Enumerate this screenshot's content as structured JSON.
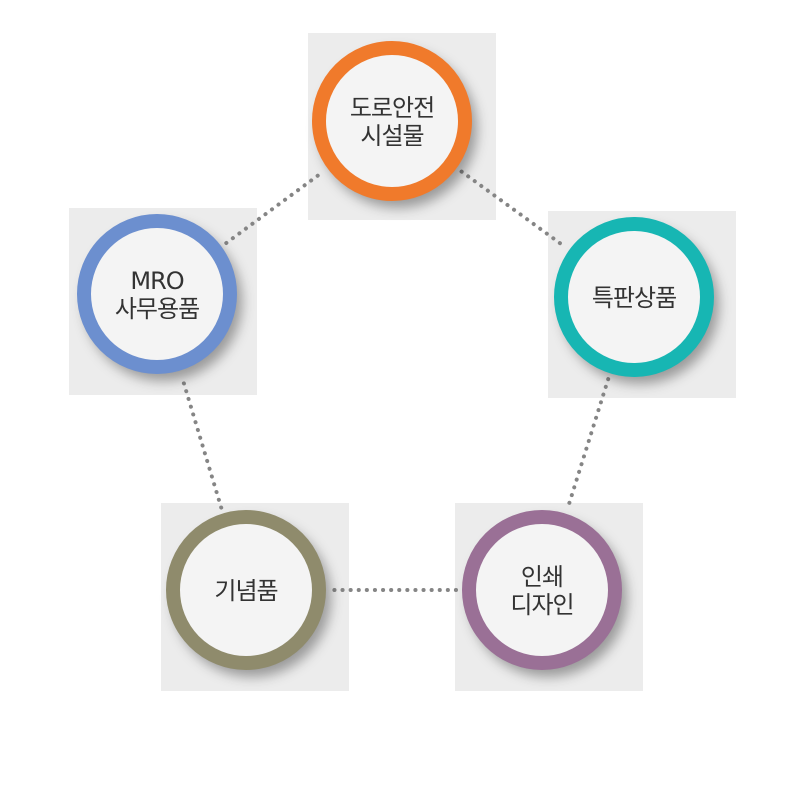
{
  "diagram": {
    "colors": {
      "tile": "#ececec",
      "inner_fill": "#f4f4f4",
      "connector": "#858585",
      "text": "#333333"
    },
    "nodes": [
      {
        "id": "road-safety",
        "lines": [
          "도로안전",
          "시설물"
        ],
        "color": "#f07a2b"
      },
      {
        "id": "special-goods",
        "lines": [
          "특판상품"
        ],
        "color": "#17b6b3"
      },
      {
        "id": "print-design",
        "lines": [
          "인쇄",
          "디자인"
        ],
        "color": "#9a7096"
      },
      {
        "id": "souvenirs",
        "lines": [
          "기념품"
        ],
        "color": "#8f8b6c"
      },
      {
        "id": "mro-supplies",
        "lines": [
          "MRO",
          "사무용품"
        ],
        "color": "#6c8fcf"
      }
    ],
    "edges": [
      {
        "from": "road-safety",
        "to": "special-goods"
      },
      {
        "from": "special-goods",
        "to": "print-design"
      },
      {
        "from": "print-design",
        "to": "souvenirs"
      },
      {
        "from": "souvenirs",
        "to": "mro-supplies"
      },
      {
        "from": "mro-supplies",
        "to": "road-safety"
      }
    ]
  }
}
